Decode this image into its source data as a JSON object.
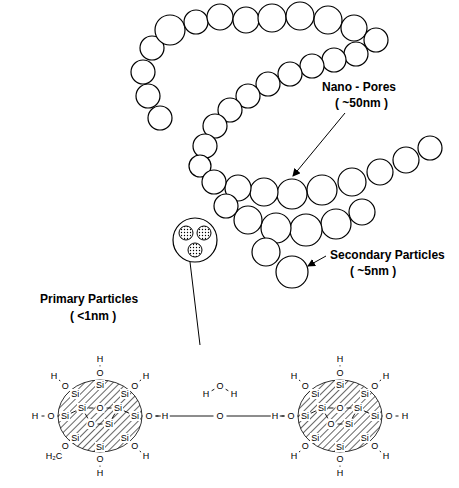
{
  "diagram": {
    "labels": [
      "Nano - Pores",
      "( ~50nm )",
      "Secondary Particles",
      "( ~5nm )",
      "Primary Particles",
      "( <1nm )",
      "Si",
      "O",
      "H",
      "Si",
      "O",
      "H",
      "Si",
      "O",
      "H",
      "Si",
      "O",
      "H",
      "Si",
      "O",
      "H",
      "Si",
      "O",
      "H₂C",
      "Si",
      "O",
      "H",
      "Si",
      "O",
      "H",
      "Si",
      "O",
      "Si",
      "O",
      "Si",
      "Si",
      "O",
      "H",
      "Si",
      "O",
      "H",
      "Si",
      "O",
      "H",
      "Si",
      "O",
      "H",
      "Si",
      "O",
      "H",
      "Si",
      "O",
      "H",
      "Si",
      "O",
      "H",
      "Si",
      "O",
      "H",
      "Si",
      "O",
      "Si",
      "O",
      "Si",
      "O",
      "H",
      "O",
      "H"
    ]
  }
}
